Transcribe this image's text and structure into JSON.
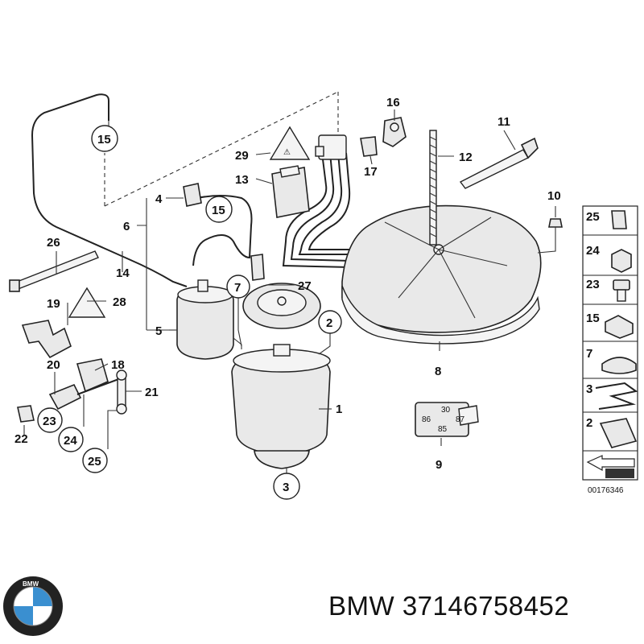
{
  "figure_code": "00176346",
  "caption": {
    "brand": "BMW",
    "part_number": "37146758452"
  },
  "callouts": {
    "c1": "1",
    "c2": "2",
    "c3": "3",
    "c4": "4",
    "c5": "5",
    "c6": "6",
    "c7": "7",
    "c8": "8",
    "c9": "9",
    "c10": "10",
    "c11": "11",
    "c12": "12",
    "c13": "13",
    "c14": "14",
    "c15a": "15",
    "c15b": "15",
    "c16": "16",
    "c17": "17",
    "c18": "18",
    "c19": "19",
    "c20": "20",
    "c21": "21",
    "c22": "22",
    "c23": "23",
    "c24": "24",
    "c25": "25",
    "c26": "26",
    "c27": "27",
    "c28": "28",
    "c29": "29"
  },
  "legend": {
    "items": [
      "25",
      "24",
      "23",
      "15",
      "7",
      "3",
      "2"
    ]
  },
  "relay_pins": {
    "p30": "30",
    "p87": "87",
    "p86": "86",
    "p85": "85"
  },
  "colors": {
    "line": "#222222",
    "fill": "#e9e9e9",
    "logo_blue": "#3a8fd0"
  },
  "icons": {
    "logo": "bmw-roundel-logo",
    "warning": "warning-triangle-icon",
    "arrow": "direction-arrow-icon"
  }
}
